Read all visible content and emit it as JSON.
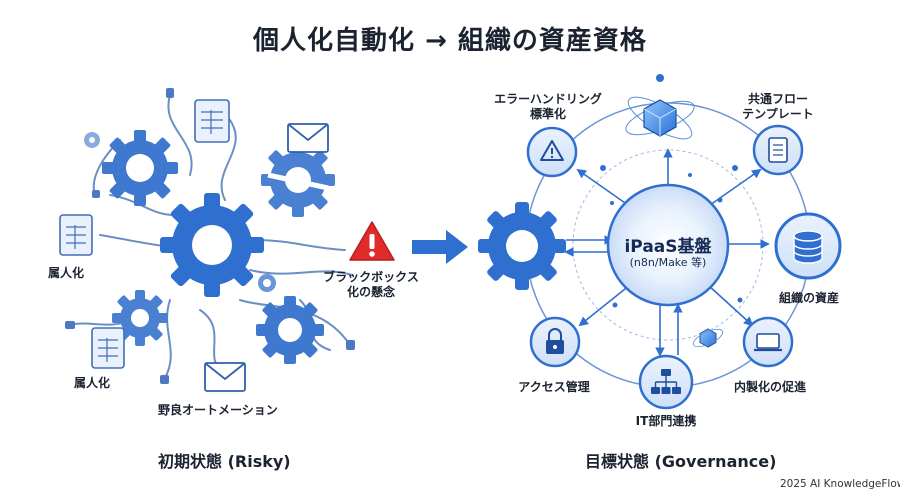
{
  "title": "個人化自動化 → 組織の資産資格",
  "left": {
    "caption": "初期状態 (Risky)",
    "labels": {
      "silo_1": "属人化",
      "silo_2": "属人化",
      "stray": "野良オートメーション"
    },
    "warning": [
      "ブラックボックス",
      "化の懸念"
    ]
  },
  "right": {
    "caption": "目標状態 (Governance)",
    "hub": {
      "title": "iPaaS基盤",
      "subtitle": "(n8n/Make 等)"
    },
    "nodes": {
      "error_handling": [
        "エラーハンドリング",
        "標準化"
      ],
      "templates": [
        "共通フロー",
        "テンプレート"
      ],
      "asset": "組織の資産",
      "inhouse": "内製化の促進",
      "it_dept": "IT部門連携",
      "access": "アクセス管理"
    }
  },
  "footer": "2025 AI KnowledgeFlow",
  "colors": {
    "primary": "#2f6fd0",
    "dark": "#1f4e9c",
    "light": "#dbe8fb",
    "alert": "#e12b2b"
  },
  "icons": [
    "gear-icon",
    "document-icon",
    "envelope-icon",
    "cable-icon",
    "warning-icon",
    "arrow-right-icon",
    "cube-icon",
    "file-icon",
    "database-icon",
    "laptop-icon",
    "org-chart-icon",
    "lock-icon"
  ]
}
